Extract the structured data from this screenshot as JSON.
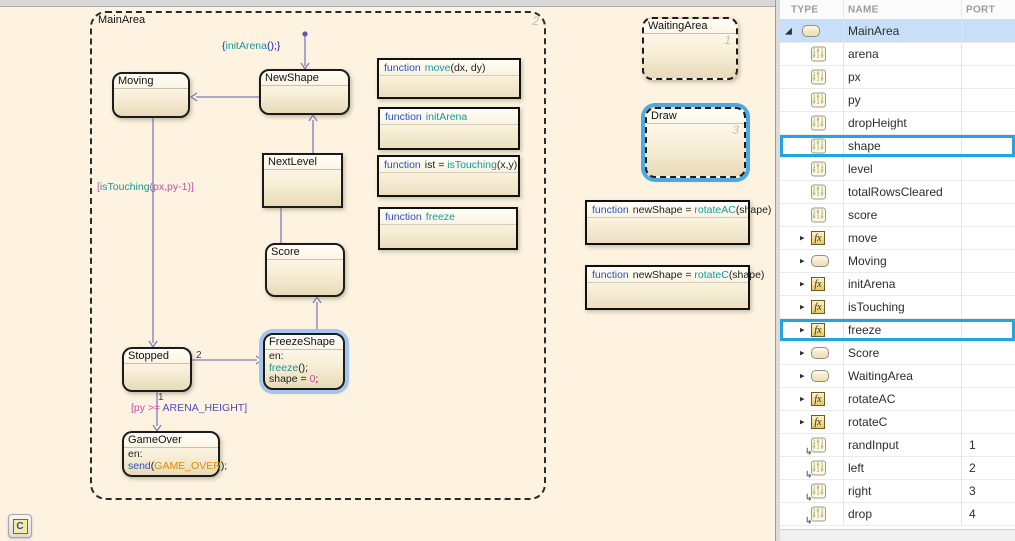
{
  "colors": {
    "canvas_bg": "#fdf3e0",
    "selection_glow": "#4da9e0",
    "row_selected_bg": "#c7e0f7",
    "highlight_ring": "#22a5e2",
    "transition_wire": "#7d7dbd",
    "keyword_blue": "#2a52c8",
    "function_teal": "#149a9a",
    "condition_magenta": "#c44fae",
    "event_orange": "#d98f00"
  },
  "canvas": {
    "action_language_badge": "C",
    "main_area": {
      "title": "MainArea",
      "exec_order": "2"
    },
    "states": {
      "moving": {
        "title": "Moving"
      },
      "new_shape": {
        "title": "NewShape"
      },
      "next_level": {
        "title": "NextLevel"
      },
      "score": {
        "title": "Score"
      },
      "stopped": {
        "title": "Stopped"
      },
      "freeze_shape": {
        "title": "FreezeShape",
        "en_label": "en:",
        "call_fn": "freeze",
        "call_rest": "();",
        "assign_pre": "shape = ",
        "assign_val": "0",
        "assign_post": ";"
      },
      "game_over": {
        "title": "GameOver",
        "en_label": "en:",
        "send_kw": "send",
        "send_open": "(",
        "send_event": "GAME_OVER",
        "send_close": ");"
      },
      "waiting_area": {
        "title": "WaitingArea",
        "exec_order": "1"
      },
      "draw": {
        "title": "Draw",
        "exec_order": "3"
      }
    },
    "functions": {
      "move": {
        "kw": "function",
        "pre": "",
        "name": "move",
        "rest": "(dx, dy)"
      },
      "init_arena": {
        "kw": "function",
        "pre": "",
        "name": "initArena",
        "rest": ""
      },
      "is_touching": {
        "kw": "function",
        "pre": "ist = ",
        "name": "isTouching",
        "rest": "(x,y)"
      },
      "freeze": {
        "kw": "function",
        "pre": "",
        "name": "freeze",
        "rest": ""
      },
      "rotate_ac": {
        "kw": "function",
        "pre": "newShape = ",
        "name": "rotateAC",
        "rest": "(shape)"
      },
      "rotate_c": {
        "kw": "function",
        "pre": "newShape = ",
        "name": "rotateC",
        "rest": "(shape)"
      }
    },
    "transitions": {
      "init_action": {
        "open": "{",
        "fn": "initArena",
        "close": "();}"
      },
      "touch_cond": {
        "open": "[",
        "fn": "isTouching",
        "close": "(px,py-1)]"
      },
      "height_cond": {
        "pre": "[py >= ",
        "const": "ARENA_HEIGHT]"
      },
      "order_stopped_freeze": "2",
      "order_stopped_gameover": "1"
    }
  },
  "panel": {
    "headers": [
      "TYPE",
      "NAME",
      "PORT"
    ],
    "icon_glyphs": {
      "data_line1": "101",
      "data_line2": "010",
      "fx": "fx",
      "collapsed": "▸",
      "expanded": "◢",
      "input_arrow": "↳"
    },
    "rows": [
      {
        "name": "MainArea",
        "icon": "state",
        "expander": "expanded",
        "root": true,
        "selected": true
      },
      {
        "name": "arena",
        "icon": "data"
      },
      {
        "name": "px",
        "icon": "data"
      },
      {
        "name": "py",
        "icon": "data"
      },
      {
        "name": "dropHeight",
        "icon": "data"
      },
      {
        "name": "shape",
        "icon": "data",
        "highlighted": true
      },
      {
        "name": "level",
        "icon": "data"
      },
      {
        "name": "totalRowsCleared",
        "icon": "data"
      },
      {
        "name": "score",
        "icon": "data"
      },
      {
        "name": "move",
        "icon": "function",
        "expander": "collapsed"
      },
      {
        "name": "Moving",
        "icon": "state",
        "expander": "collapsed"
      },
      {
        "name": "initArena",
        "icon": "function",
        "expander": "collapsed"
      },
      {
        "name": "isTouching",
        "icon": "function",
        "expander": "collapsed"
      },
      {
        "name": "freeze",
        "icon": "function",
        "expander": "collapsed",
        "highlighted": true
      },
      {
        "name": "Score",
        "icon": "state",
        "expander": "collapsed"
      },
      {
        "name": "WaitingArea",
        "icon": "state",
        "expander": "collapsed"
      },
      {
        "name": "rotateAC",
        "icon": "function",
        "expander": "collapsed"
      },
      {
        "name": "rotateC",
        "icon": "function",
        "expander": "collapsed"
      },
      {
        "name": "randInput",
        "icon": "input",
        "port": "1"
      },
      {
        "name": "left",
        "icon": "input",
        "port": "2"
      },
      {
        "name": "right",
        "icon": "input",
        "port": "3"
      },
      {
        "name": "drop",
        "icon": "input",
        "port": "4"
      }
    ]
  }
}
